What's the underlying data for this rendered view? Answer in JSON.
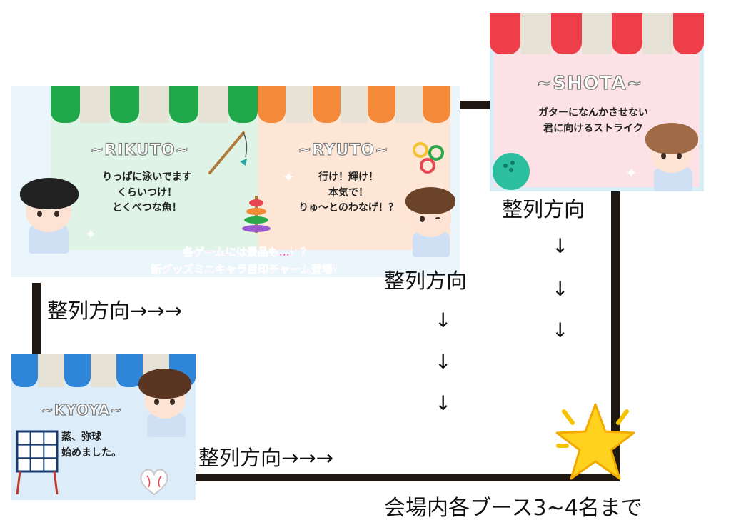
{
  "booths": {
    "rikuto": {
      "name": "~RIKUTO~",
      "text": "りっぱに泳いでます\nくらいつけ！\nとくべつな魚！",
      "colors": {
        "stripe": "#1fa84a",
        "bg": "#dff4e6"
      }
    },
    "ryuto": {
      "name": "~RYUTO~",
      "text": "行け！輝け！\n本気で！\nりゅ～とのわなげ！？",
      "colors": {
        "stripe": "#f5893a",
        "bg": "#fde6d6"
      }
    },
    "shota": {
      "name": "~SHOTA~",
      "text": "ガターになんかさせない\n君に向けるストライク",
      "colors": {
        "stripe": "#ee3e4a",
        "bg": "#fce1e6"
      }
    },
    "kyoya": {
      "name": "~KYOYA~",
      "text": "蒸、弥球\n始めました。",
      "colors": {
        "stripe": "#2f86d9",
        "bg": "#dcecf9"
      }
    }
  },
  "notice": {
    "line1": "各ゲームには景品も…！？",
    "line2": "新グッズミニキャラ目印チャーム登場！"
  },
  "directions": {
    "label_left": "整列方向→→→",
    "label_middle": "整列方向",
    "label_right": "整列方向",
    "label_bottom": "整列方向→→→",
    "down_arrow": "↓"
  },
  "footer": {
    "note": "会場内各ブース3~4名まで",
    "star_icon": "⭐"
  },
  "icons": [
    "fishing-rod-icon",
    "ring-stack-icon",
    "ring-toss-icon",
    "bowling-ball-icon",
    "number-grid-icon",
    "heart-baseball-icon",
    "star-icon"
  ]
}
